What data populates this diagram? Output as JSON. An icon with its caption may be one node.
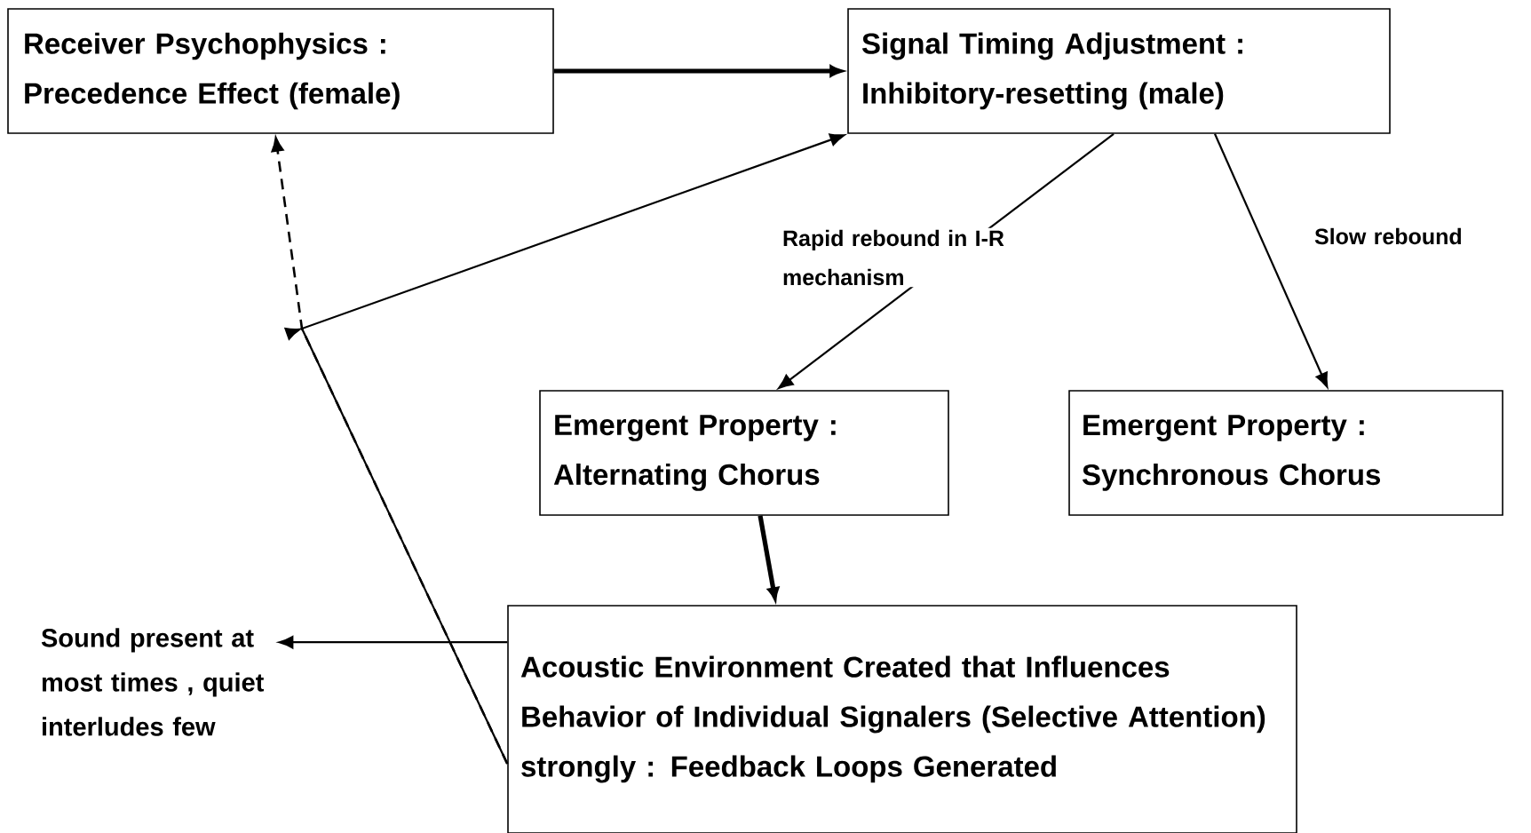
{
  "diagram": {
    "nodes": [
      {
        "text": [
          "Receiver Psychophysics :",
          "Precedence Effect (female)"
        ]
      },
      {
        "text": [
          "Signal Timing Adjustment :",
          "Inhibitory-resetting (male)"
        ]
      },
      {
        "text": [
          "Emergent Property :",
          "Alternating Chorus"
        ]
      },
      {
        "text": [
          "Emergent Property :",
          "Synchronous Chorus"
        ]
      },
      {
        "text": [
          "Acoustic Environment Created that Influences Behavior of Individual Signalers (Selective Attention) strongly : Feedback Loops Generated"
        ]
      },
      {
        "text": [
          "Sound present at most times , quiet interludes few"
        ]
      }
    ],
    "edges": [
      {
        "from": 0,
        "to": 1,
        "arrow": "to",
        "style": "thick"
      },
      {
        "from": 1,
        "to": 2,
        "arrow": "to",
        "label": "Rapid rebound in I-R mechanism"
      },
      {
        "from": 1,
        "to": 3,
        "arrow": "to",
        "label": "Slow rebound"
      },
      {
        "from": 2,
        "to": 4,
        "arrow": "to",
        "style": "thick"
      },
      {
        "from": 4,
        "to": 5,
        "arrow": "to"
      },
      {
        "from": 4,
        "to": 1,
        "arrow": "to"
      },
      {
        "from": 4,
        "to": 0,
        "arrow": "to",
        "style": "dashed"
      }
    ]
  }
}
